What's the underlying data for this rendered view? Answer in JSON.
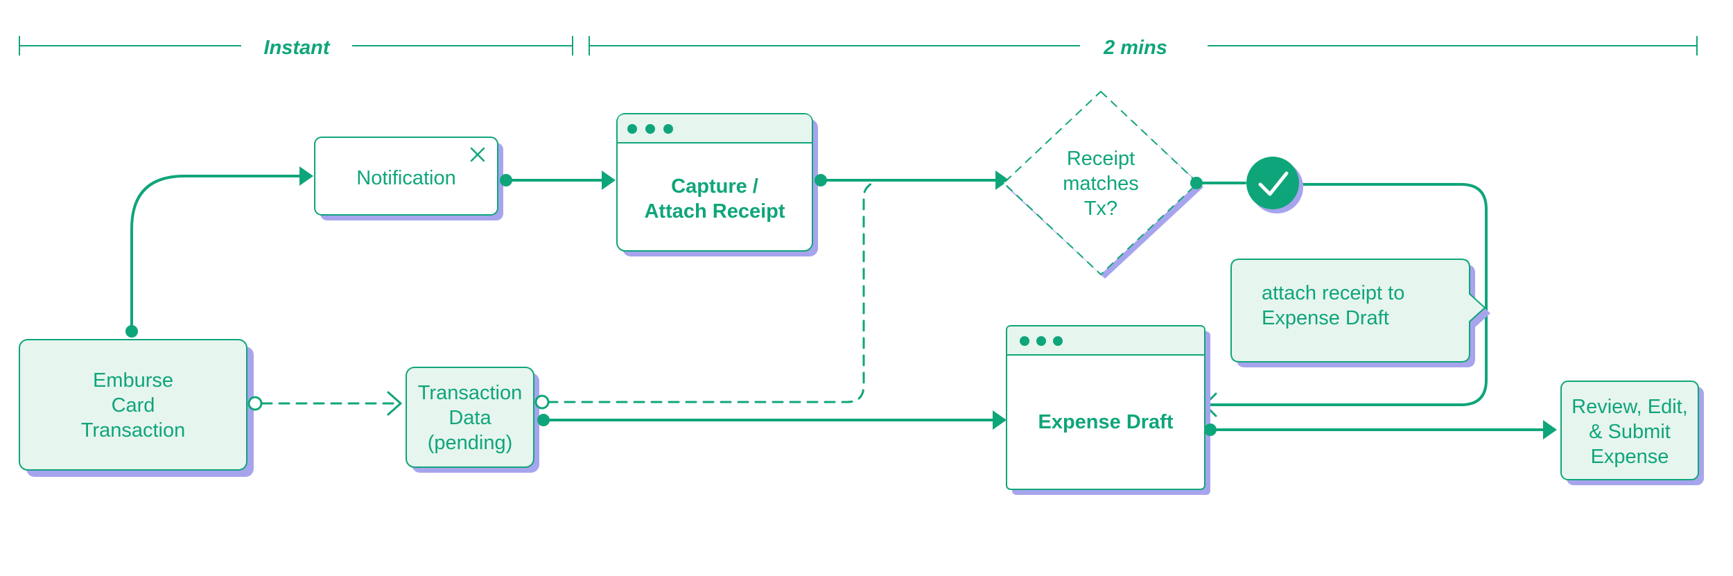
{
  "colors": {
    "accent": "#0fa57a",
    "fill": "#e7f5ef",
    "shadow": "#a7a4ee",
    "white": "#ffffff"
  },
  "timeline": {
    "phase1": "Instant",
    "phase2": "2 mins"
  },
  "nodes": {
    "emburse": [
      "Emburse",
      "Card",
      "Transaction"
    ],
    "notification": "Notification",
    "capture": [
      "Capture /",
      "Attach Receipt"
    ],
    "decision": [
      "Receipt",
      "matches",
      "Tx?"
    ],
    "transaction": [
      "Transaction",
      "Data",
      "(pending)"
    ],
    "callout": [
      "attach receipt to",
      "Expense Draft"
    ],
    "expense_draft": "Expense Draft",
    "review": [
      "Review, Edit,",
      "& Submit",
      "Expense"
    ]
  },
  "icons": {
    "close": "close-icon",
    "check": "check-icon",
    "window_dots": "window-dots-icon"
  }
}
